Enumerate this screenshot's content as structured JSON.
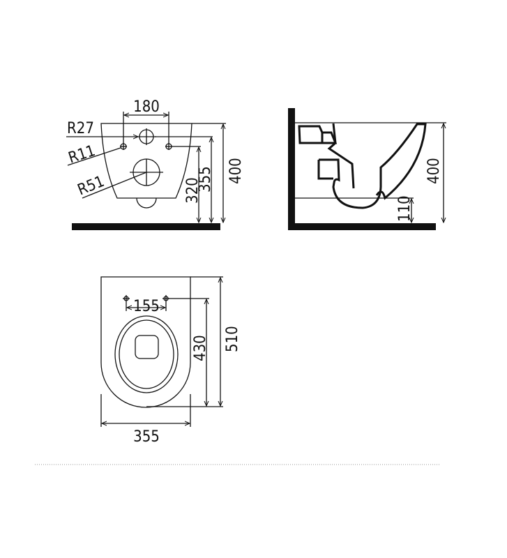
{
  "front_view": {
    "width_between_holes": "180",
    "radius_top_hole": "R27",
    "radius_fixing_holes": "R11",
    "radius_outlet": "R51",
    "height_fixing": "320",
    "height_top_hole": "355",
    "height_total": "400"
  },
  "side_view": {
    "height_total": "400",
    "height_outlet": "110"
  },
  "top_view": {
    "fixing_spacing": "155",
    "length_from_fixing": "430",
    "length_total": "510",
    "width": "355"
  },
  "colors": {
    "line": "#111111",
    "background": "#ffffff",
    "divider": "#999999"
  }
}
